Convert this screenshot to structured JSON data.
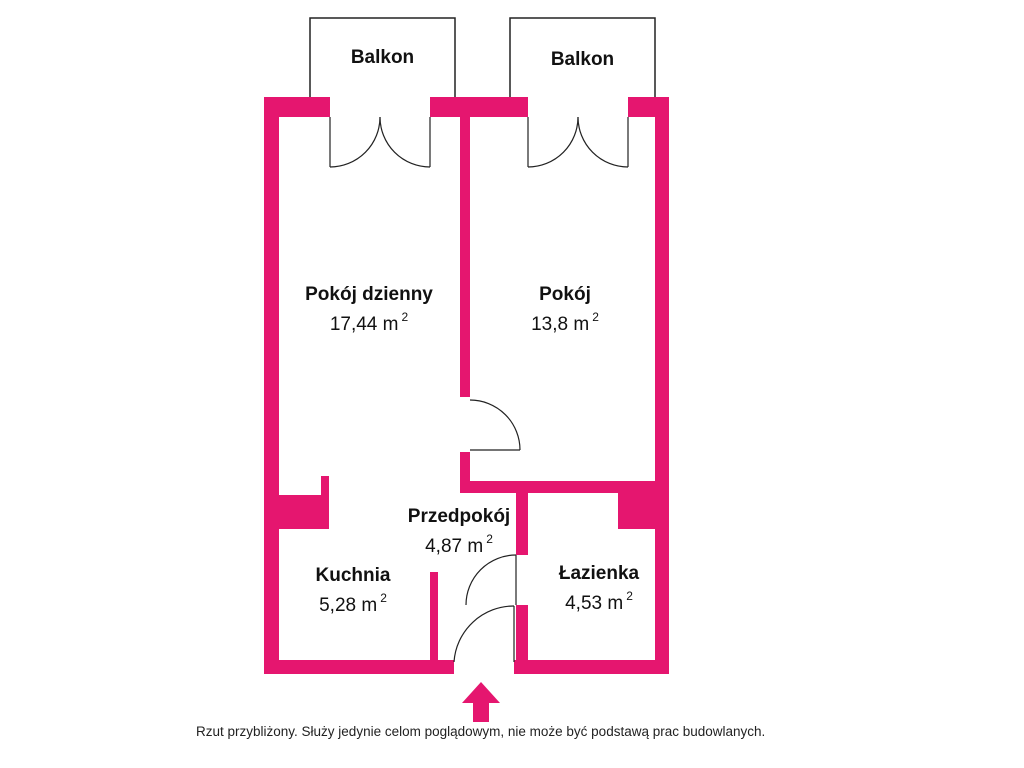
{
  "colors": {
    "wall": "#e5166f",
    "line": "#222222",
    "background": "#ffffff"
  },
  "balconies": [
    {
      "name": "Balkon"
    },
    {
      "name": "Balkon"
    }
  ],
  "rooms": {
    "living_room": {
      "name": "Pokój dzienny",
      "area": "17,44 m",
      "unit_power": "2"
    },
    "room": {
      "name": "Pokój",
      "area": "13,8 m",
      "unit_power": "2"
    },
    "hallway": {
      "name": "Przedpokój",
      "area": "4,87 m",
      "unit_power": "2"
    },
    "kitchen": {
      "name": "Kuchnia",
      "area": "5,28 m",
      "unit_power": "2"
    },
    "bathroom": {
      "name": "Łazienka",
      "area": "4,53 m",
      "unit_power": "2"
    }
  },
  "entrance_icon": "entrance-arrow-icon",
  "disclaimer": "Rzut przybliżony. Służy jedynie celom poglądowym, nie może być podstawą prac budowlanych."
}
